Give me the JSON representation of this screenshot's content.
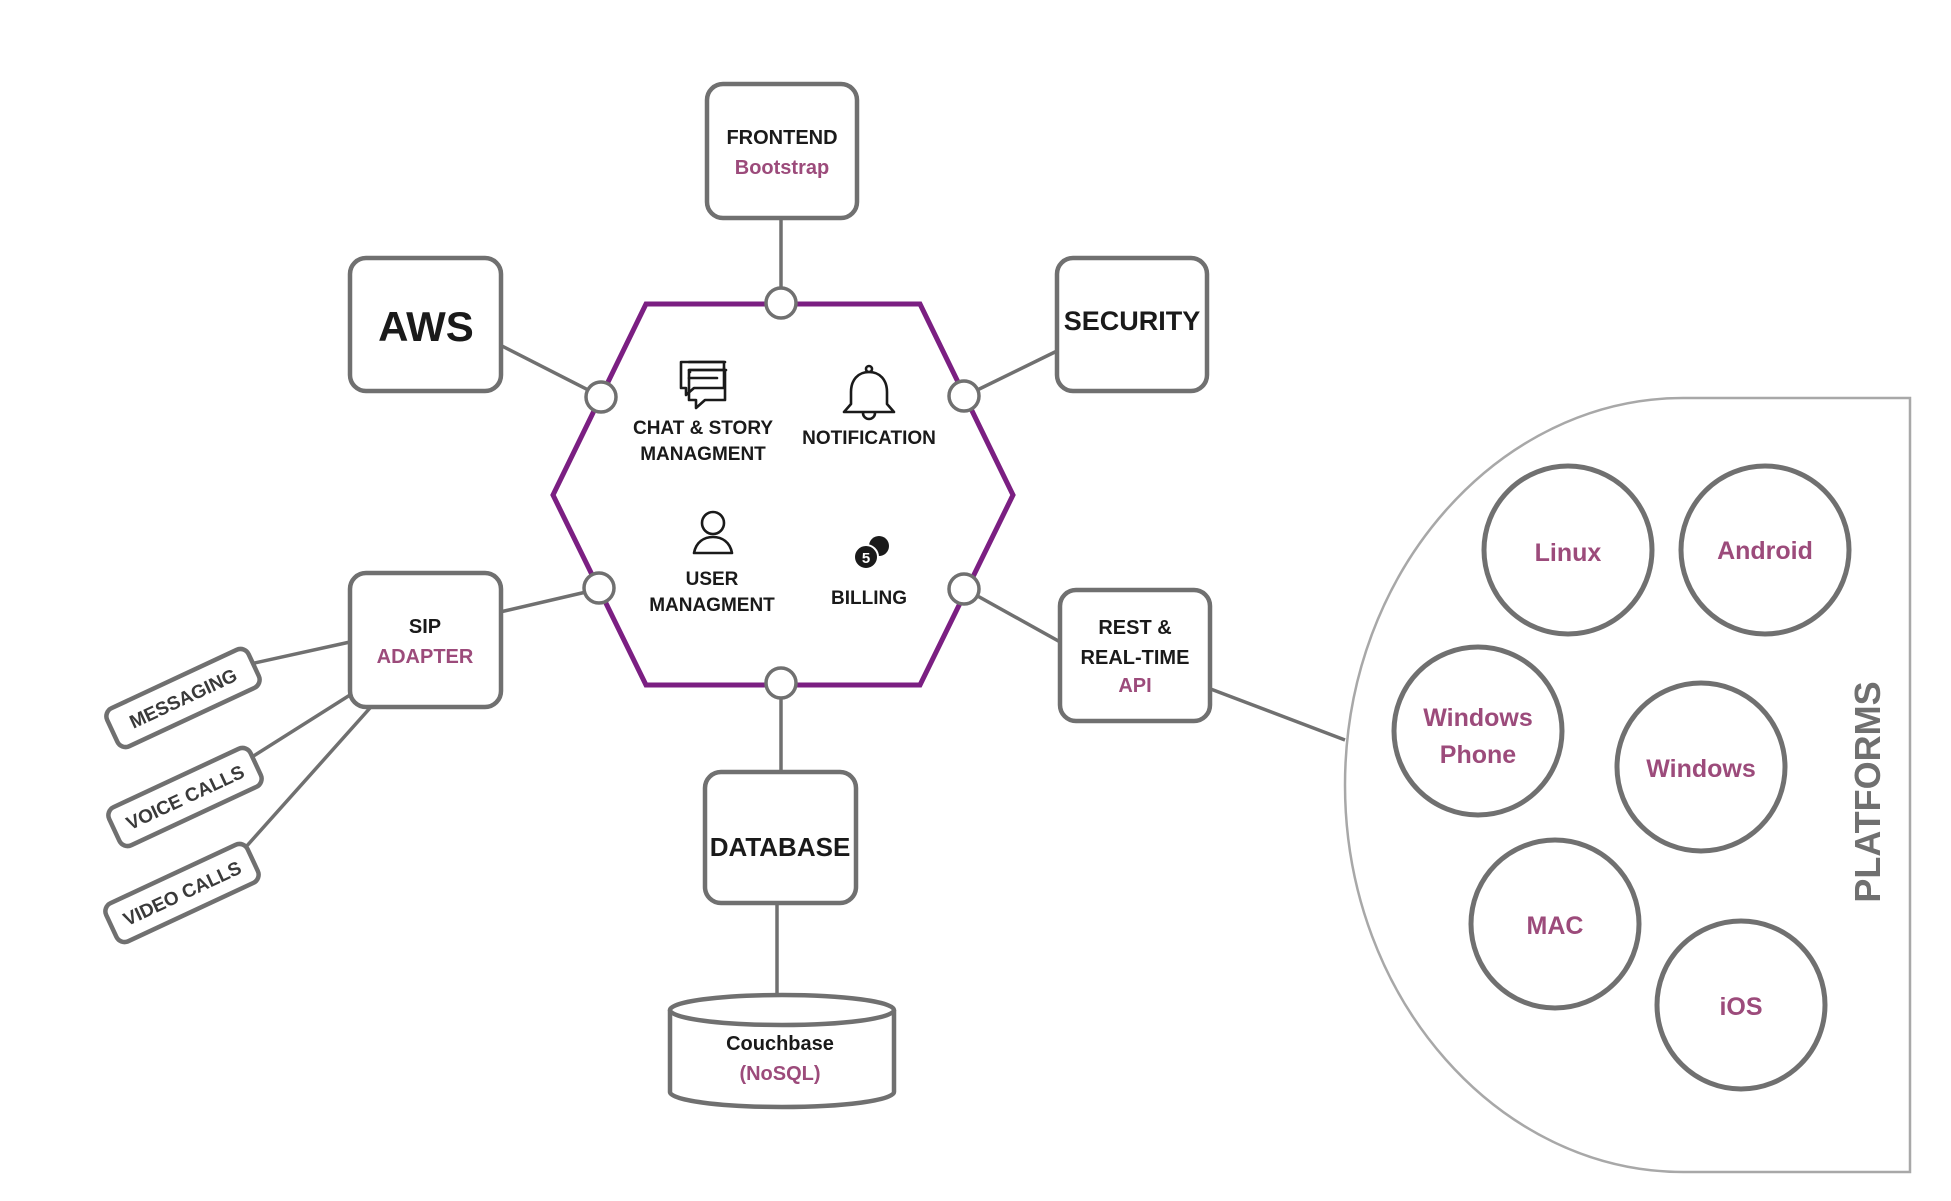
{
  "colors": {
    "hexagon_stroke": "#7b1f82",
    "box_stroke": "#707070",
    "accent_text": "#9c4b7b",
    "dark_text": "#1a1a1a"
  },
  "hexagon": {
    "modules": [
      {
        "icon": "chat-bubbles-icon",
        "line1": "CHAT & STORY",
        "line2": "MANAGMENT"
      },
      {
        "icon": "bell-icon",
        "line1": "NOTIFICATION"
      },
      {
        "icon": "user-icon",
        "line1": "USER",
        "line2": "MANAGMENT"
      },
      {
        "icon": "coins-icon",
        "line1": "BILLING"
      }
    ]
  },
  "nodes": {
    "frontend": {
      "title": "FRONTEND",
      "subtitle": "Bootstrap"
    },
    "aws": {
      "title": "AWS"
    },
    "security": {
      "title": "SECURITY"
    },
    "sip": {
      "title": "SIP",
      "subtitle": "ADAPTER"
    },
    "api": {
      "line1": "REST &",
      "line2": "REAL-TIME",
      "subtitle": "API"
    },
    "database": {
      "title": "DATABASE"
    },
    "couchbase": {
      "title": "Couchbase",
      "subtitle": "(NoSQL)"
    }
  },
  "sip_channels": [
    "MESSAGING",
    "VOICE CALLS",
    "VIDEO CALLS"
  ],
  "platforms": {
    "label": "PLATFORMS",
    "items": [
      "Linux",
      "Android",
      "Windows Phone",
      "Windows",
      "MAC",
      "iOS"
    ]
  }
}
